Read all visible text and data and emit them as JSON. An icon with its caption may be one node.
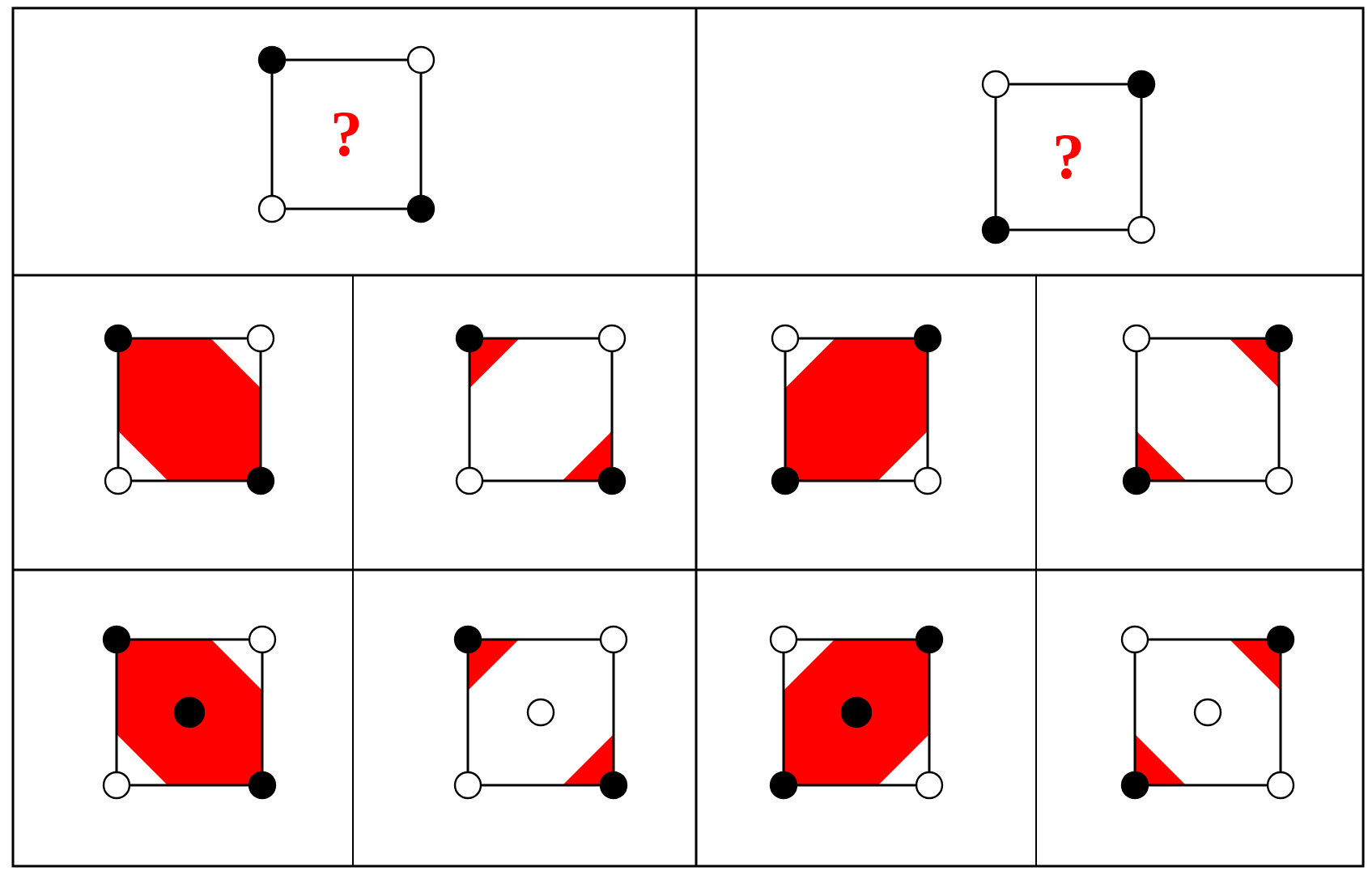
{
  "diagram": {
    "nodes": [
      {
        "text": [
          "?"
        ]
      },
      {
        "text": [
          "?"
        ]
      },
      {
        "text": [],
        "shape": "box"
      },
      {
        "text": [],
        "shape": "box"
      },
      {
        "text": [],
        "shape": "box"
      },
      {
        "text": [],
        "shape": "box"
      },
      {
        "text": [],
        "shape": "box"
      },
      {
        "text": [],
        "shape": "box"
      },
      {
        "text": [],
        "shape": "box"
      },
      {
        "text": [],
        "shape": "box"
      }
    ]
  }
}
